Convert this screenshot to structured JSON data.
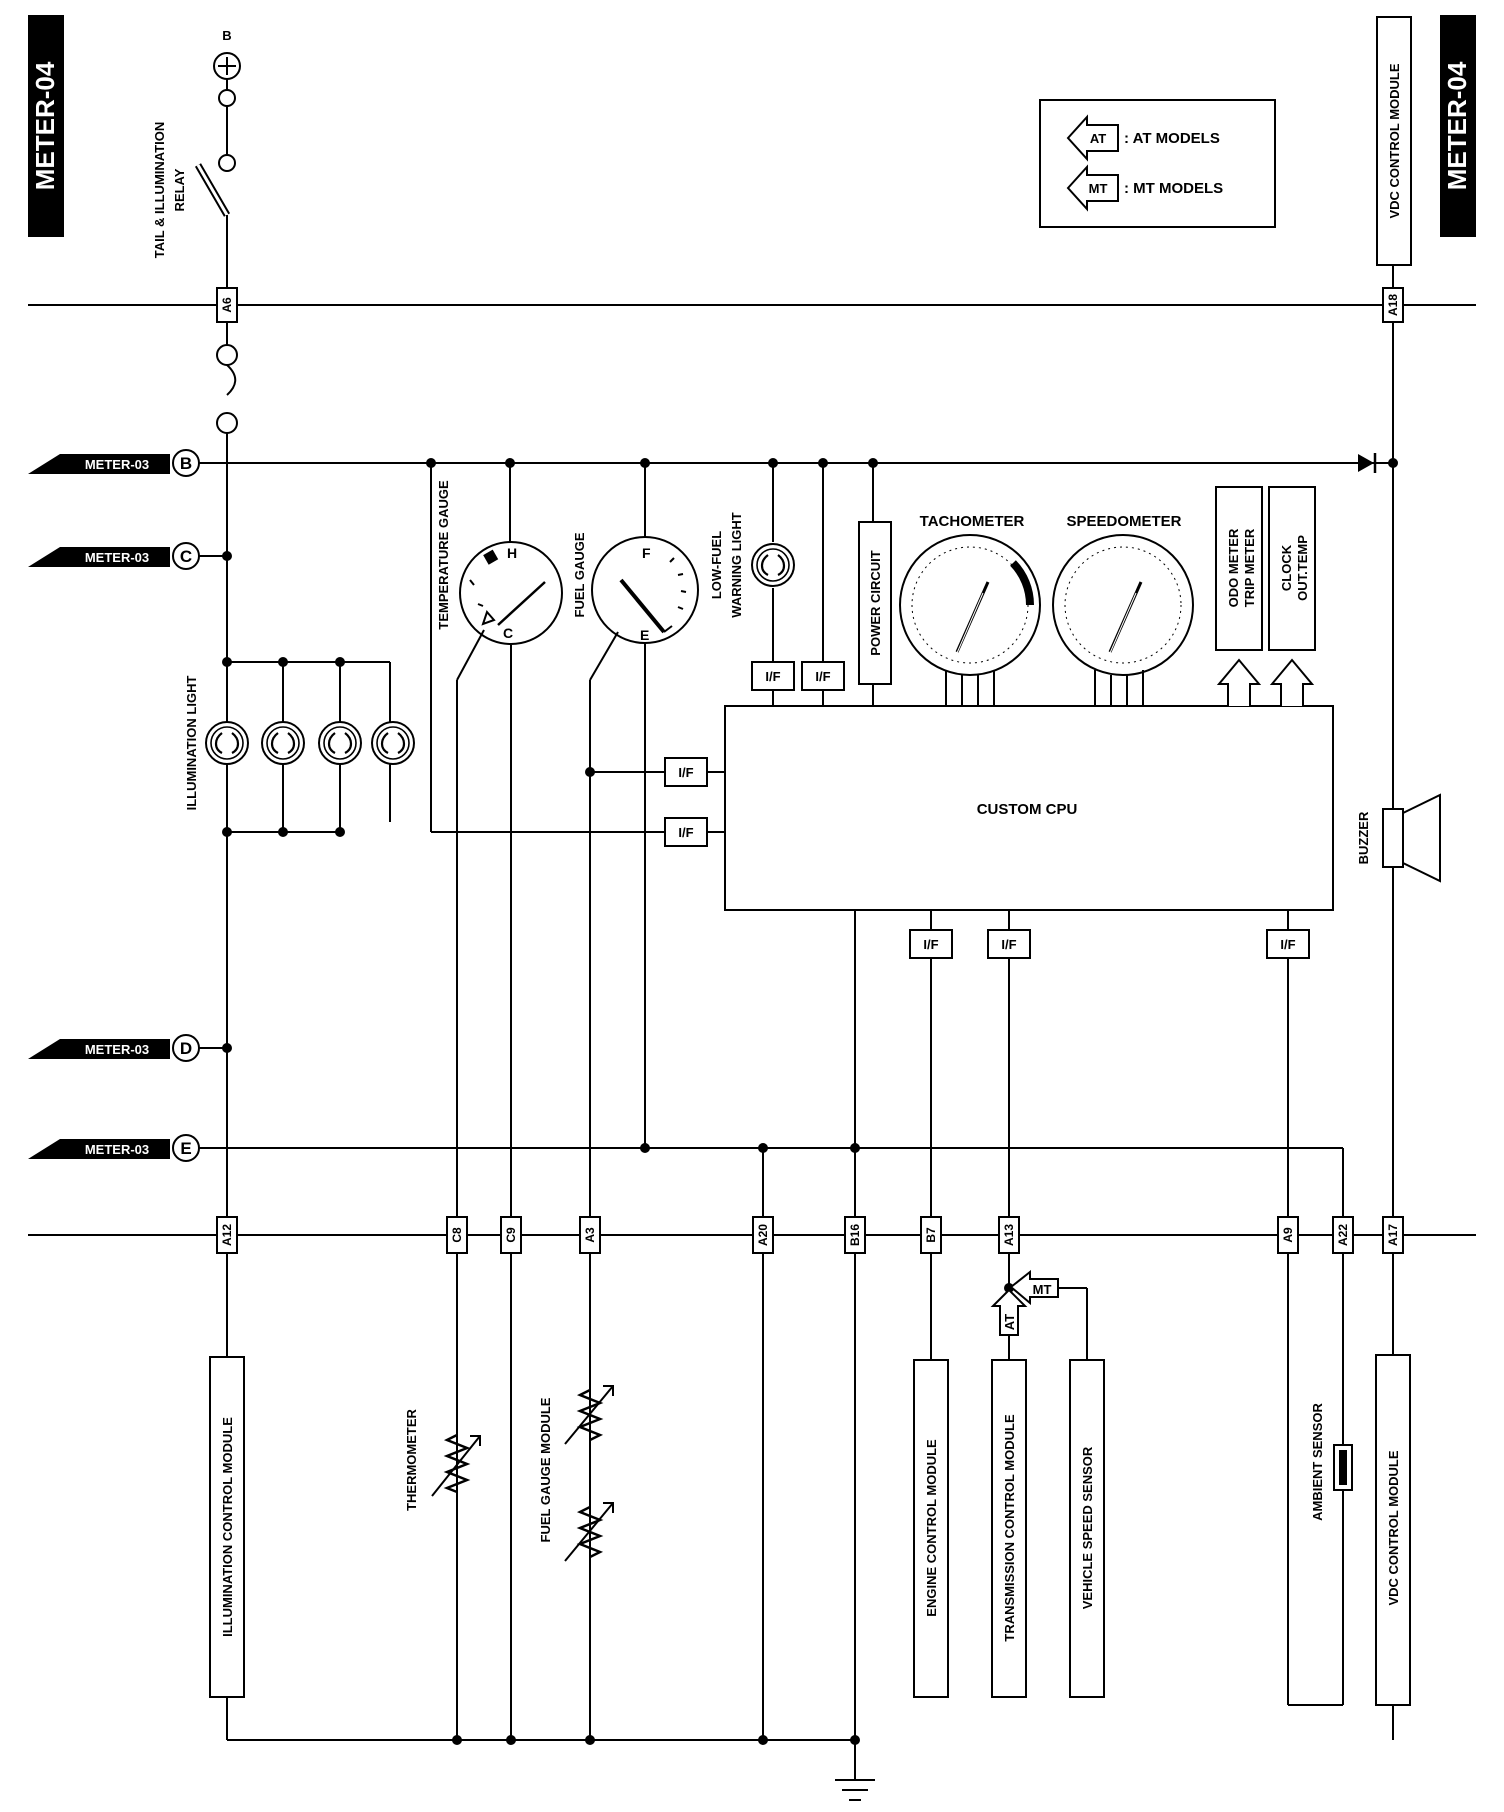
{
  "page": {
    "tag_left": "METER-04",
    "tag_right": "METER-04"
  },
  "legend": [
    {
      "code": "AT",
      "text": ": AT MODELS"
    },
    {
      "code": "MT",
      "text": ": MT MODELS"
    }
  ],
  "battery": {
    "label": "B"
  },
  "relay": {
    "line1": "TAIL & ILLUMINATION",
    "line2": "RELAY"
  },
  "vdc_top": "VDC CONTROL MODULE",
  "refs": [
    {
      "text": "METER-03",
      "letter": "B"
    },
    {
      "text": "METER-03",
      "letter": "C"
    },
    {
      "text": "METER-03",
      "letter": "D"
    },
    {
      "text": "METER-03",
      "letter": "E"
    }
  ],
  "pins_top": {
    "a6": "A6",
    "a18": "A18"
  },
  "pins_bottom": [
    "A12",
    "C8",
    "C9",
    "A3",
    "A20",
    "B16",
    "B7",
    "A13",
    "A9",
    "A22",
    "A17"
  ],
  "gauges": {
    "temperature": "TEMPERATURE GAUGE",
    "temp_h": "H",
    "temp_c": "C",
    "fuel": "FUEL GAUGE",
    "fuel_f": "F",
    "fuel_e": "E",
    "low_fuel_1": "LOW-FUEL",
    "low_fuel_2": "WARNING LIGHT",
    "power_circuit": "POWER CIRCUIT",
    "tachometer": "TACHOMETER",
    "speedometer": "SPEEDOMETER",
    "odo_1": "ODO METER",
    "odo_2": "TRIP METER",
    "clock_1": "CLOCK",
    "clock_2": "OUT.TEMP"
  },
  "illumination_light": "ILLUMINATION LIGHT",
  "cpu": "CUSTOM CPU",
  "interface_label": "I/F",
  "buzzer": "BUZZER",
  "modules": {
    "illumination": "ILLUMINATION CONTROL MODULE",
    "thermometer": "THERMOMETER",
    "fuel_gauge_module": "FUEL GAUGE MODULE",
    "engine": "ENGINE CONTROL MODULE",
    "transmission": "TRANSMISSION CONTROL MODULE",
    "vehicle_speed": "VEHICLE SPEED SENSOR",
    "ambient": "AMBIENT SENSOR",
    "vdc": "VDC CONTROL MODULE"
  },
  "at_mt": {
    "at": "AT",
    "mt": "MT"
  }
}
